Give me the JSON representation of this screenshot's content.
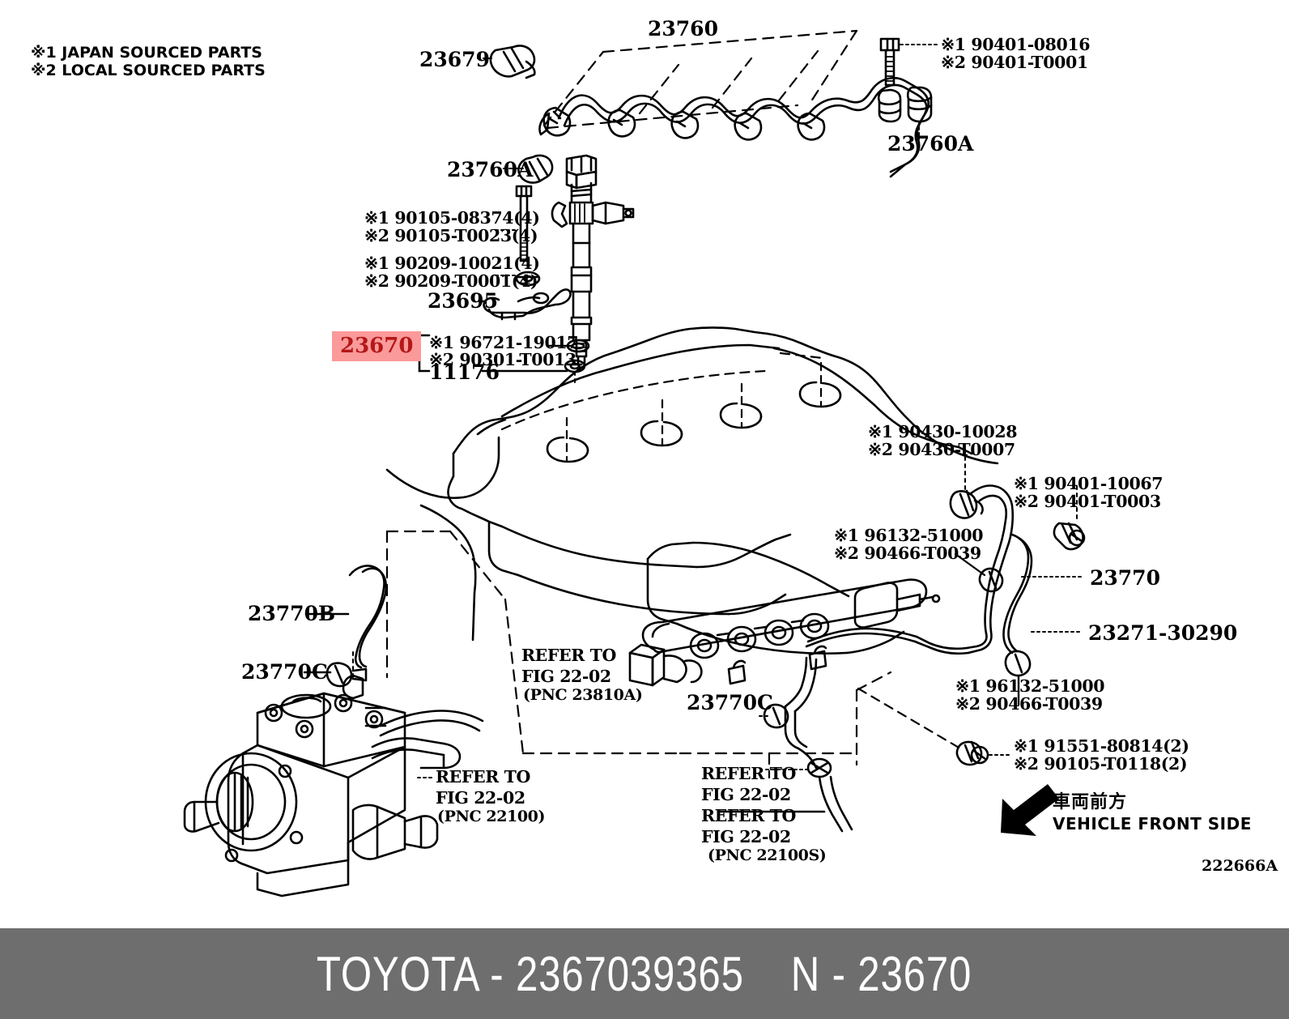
{
  "legend": {
    "line1": "※1 JAPAN SOURCED PARTS",
    "line2": "※2 LOCAL SOURCED PARTS"
  },
  "labels": {
    "p23760": "23760",
    "p23679": "23679",
    "p23760a_left": "23760A",
    "p23760a_right": "23760A",
    "p90401_08016": "※1 90401-08016",
    "p90401_t0001": "※2 90401-T0001",
    "p90105_08374": "※1 90105-08374(4)",
    "p90105_t0023": "※2 90105-T0023(4)",
    "p90209_10021": "※1 90209-10021(4)",
    "p90209_t0001": "※2 90209-T0001(4)",
    "p23695": "23695",
    "p23670_highlight": "23670",
    "p96721_19017": "※1 96721-19017",
    "p90301_t0013": "※2 90301-T0013",
    "p11176": "11176",
    "p90430_10028": "※1 90430-10028",
    "p90430_t0007": "※2 90430-T0007",
    "p90401_10067": "※1 90401-10067",
    "p90401_t0003": "※2 90401-T0003",
    "p96132_51000_upper": "※1 96132-51000",
    "p90466_t0039_upper": "※2 90466-T0039",
    "p96132_51000_lower": "※1 96132-51000",
    "p90466_t0039_lower": "※2 90466-T0039",
    "p91551_80814": "※1 91551-80814(2)",
    "p90105_t0118": "※2 90105-T0118(2)",
    "p23770": "23770",
    "p23271_30290": "23271-30290",
    "p23770b": "23770B",
    "p23770c_left": "23770C",
    "p23770c_mid": "23770C",
    "refer_23810a_l1": "REFER TO",
    "refer_23810a_l2": "FIG 22-02",
    "refer_23810a_pnc": "(PNC 23810A)",
    "refer_22100_l1": "REFER TO",
    "refer_22100_l2": "FIG 22-02",
    "refer_22100_pnc": "(PNC 22100)",
    "refer_22100s_l1": "REFER TO",
    "refer_22100s_l2": "FIG 22-02",
    "refer_22100s_l3": "REFER TO",
    "refer_22100s_l4": "FIG 22-02",
    "refer_22100s_pnc": "(PNC 22100S)"
  },
  "front_marker": {
    "japanese": "車両前方",
    "english": "VEHICLE FRONT SIDE"
  },
  "drawing_number": "222666A",
  "footer": {
    "brand": "TOYOTA",
    "separator": "-",
    "part_number": "2367039365",
    "code": "N",
    "group": "23670",
    "text": "TOYOTA - 2367039365    N - 23670"
  },
  "colors": {
    "highlight_bg": "#fb9a9a",
    "highlight_fg": "#b41818",
    "footer_bg": "#6e6e6e",
    "footer_fg": "#ffffff",
    "line": "#000000"
  }
}
